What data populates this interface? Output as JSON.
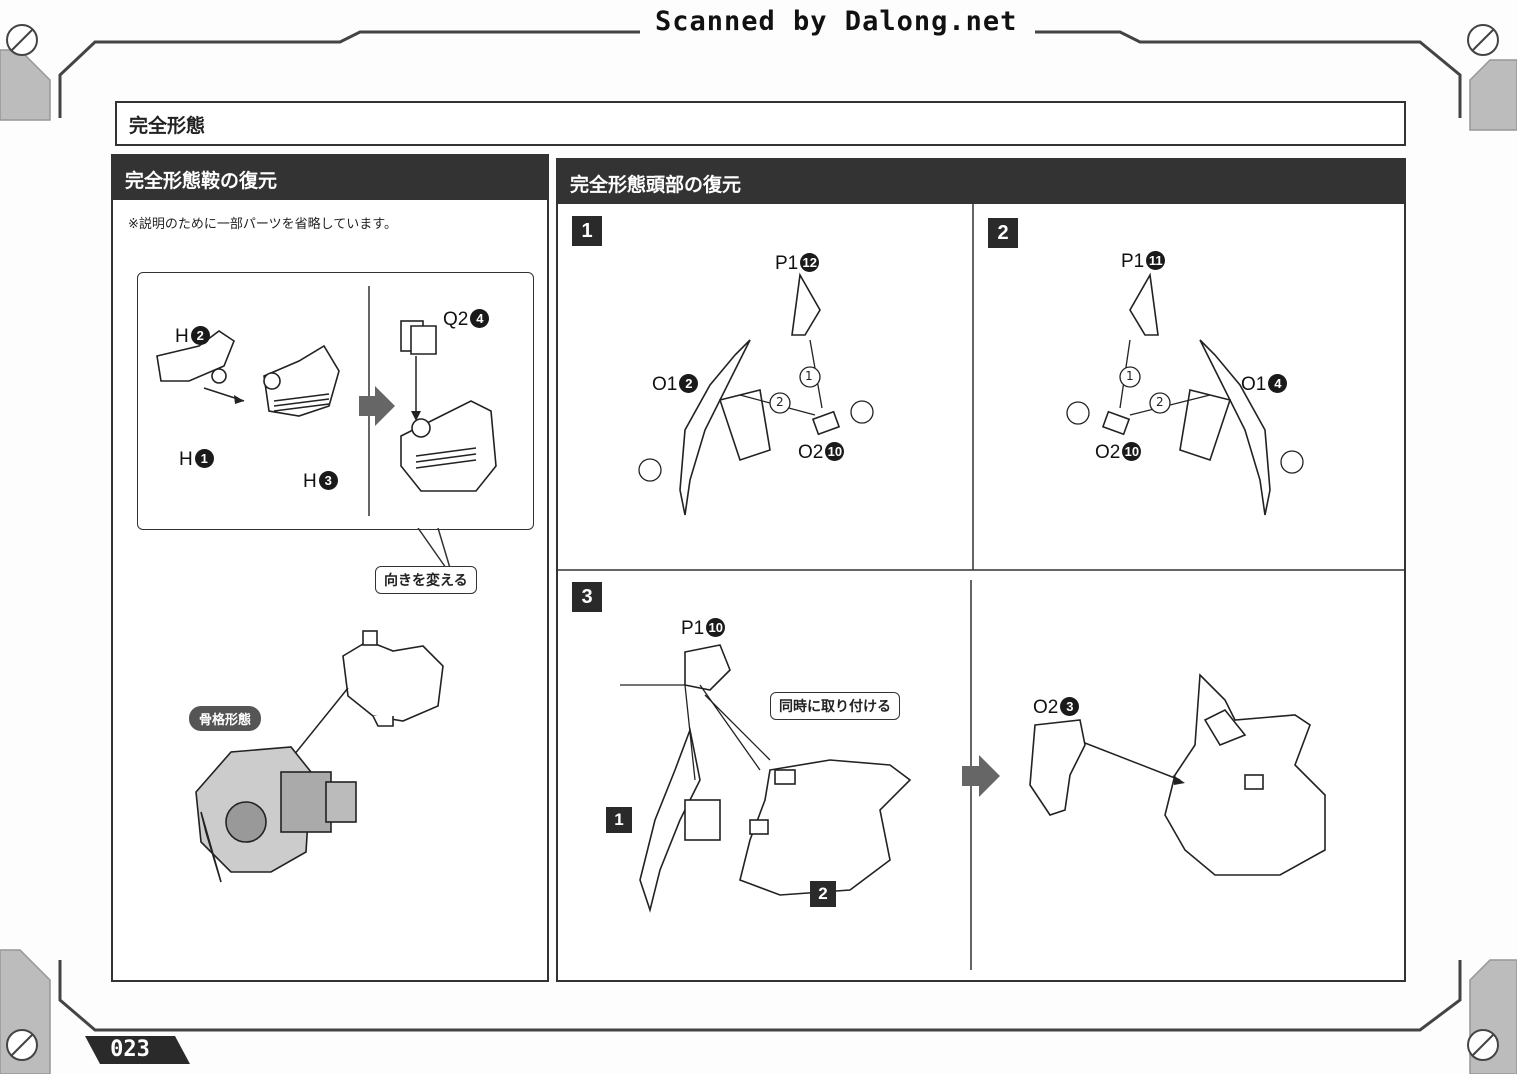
{
  "watermark": "Scanned by Dalong.net",
  "page_title": "完全形態",
  "left_panel": {
    "heading": "完全形態鞍の復元",
    "note": "※説明のために一部パーツを省略しています。",
    "labels": {
      "h2_letter": "H",
      "h2_num": "2",
      "h1_letter": "H",
      "h1_num": "1",
      "h3_letter": "H",
      "h3_num": "3",
      "q2_letter": "Q2",
      "q2_num": "4"
    },
    "callout": "向きを変える",
    "tag": "骨格形態"
  },
  "right_panel": {
    "heading": "完全形態頭部の復元",
    "step1": {
      "badge": "1",
      "p1_letter": "P1",
      "p1_num": "12",
      "o1_letter": "O1",
      "o1_num": "2",
      "o2_letter": "O2",
      "o2_num": "10",
      "arrow1": "1",
      "arrow2": "2"
    },
    "step2": {
      "badge": "2",
      "p1_letter": "P1",
      "p1_num": "11",
      "o1_letter": "O1",
      "o1_num": "4",
      "o2_letter": "O2",
      "o2_num": "10",
      "arrow1": "1",
      "arrow2": "2"
    },
    "step3": {
      "badge": "3",
      "p1_letter": "P1",
      "p1_num": "10",
      "callout": "同時に取り付ける",
      "sub1": "1",
      "sub2": "2",
      "o2_letter": "O2",
      "o2_num": "3"
    }
  },
  "page_number": "023"
}
